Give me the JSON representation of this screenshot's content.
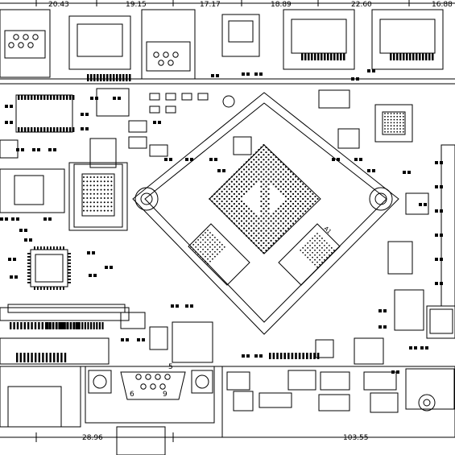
{
  "dimensions": {
    "top": [
      "20.43",
      "19.15",
      "17.17",
      "18.89",
      "22.60",
      "16.88"
    ],
    "bottom": [
      "28.96",
      "103.55"
    ]
  },
  "labels": {
    "chip_marker": "A1",
    "db9_left": "6",
    "db9_right": "9",
    "db9_top": "5"
  }
}
